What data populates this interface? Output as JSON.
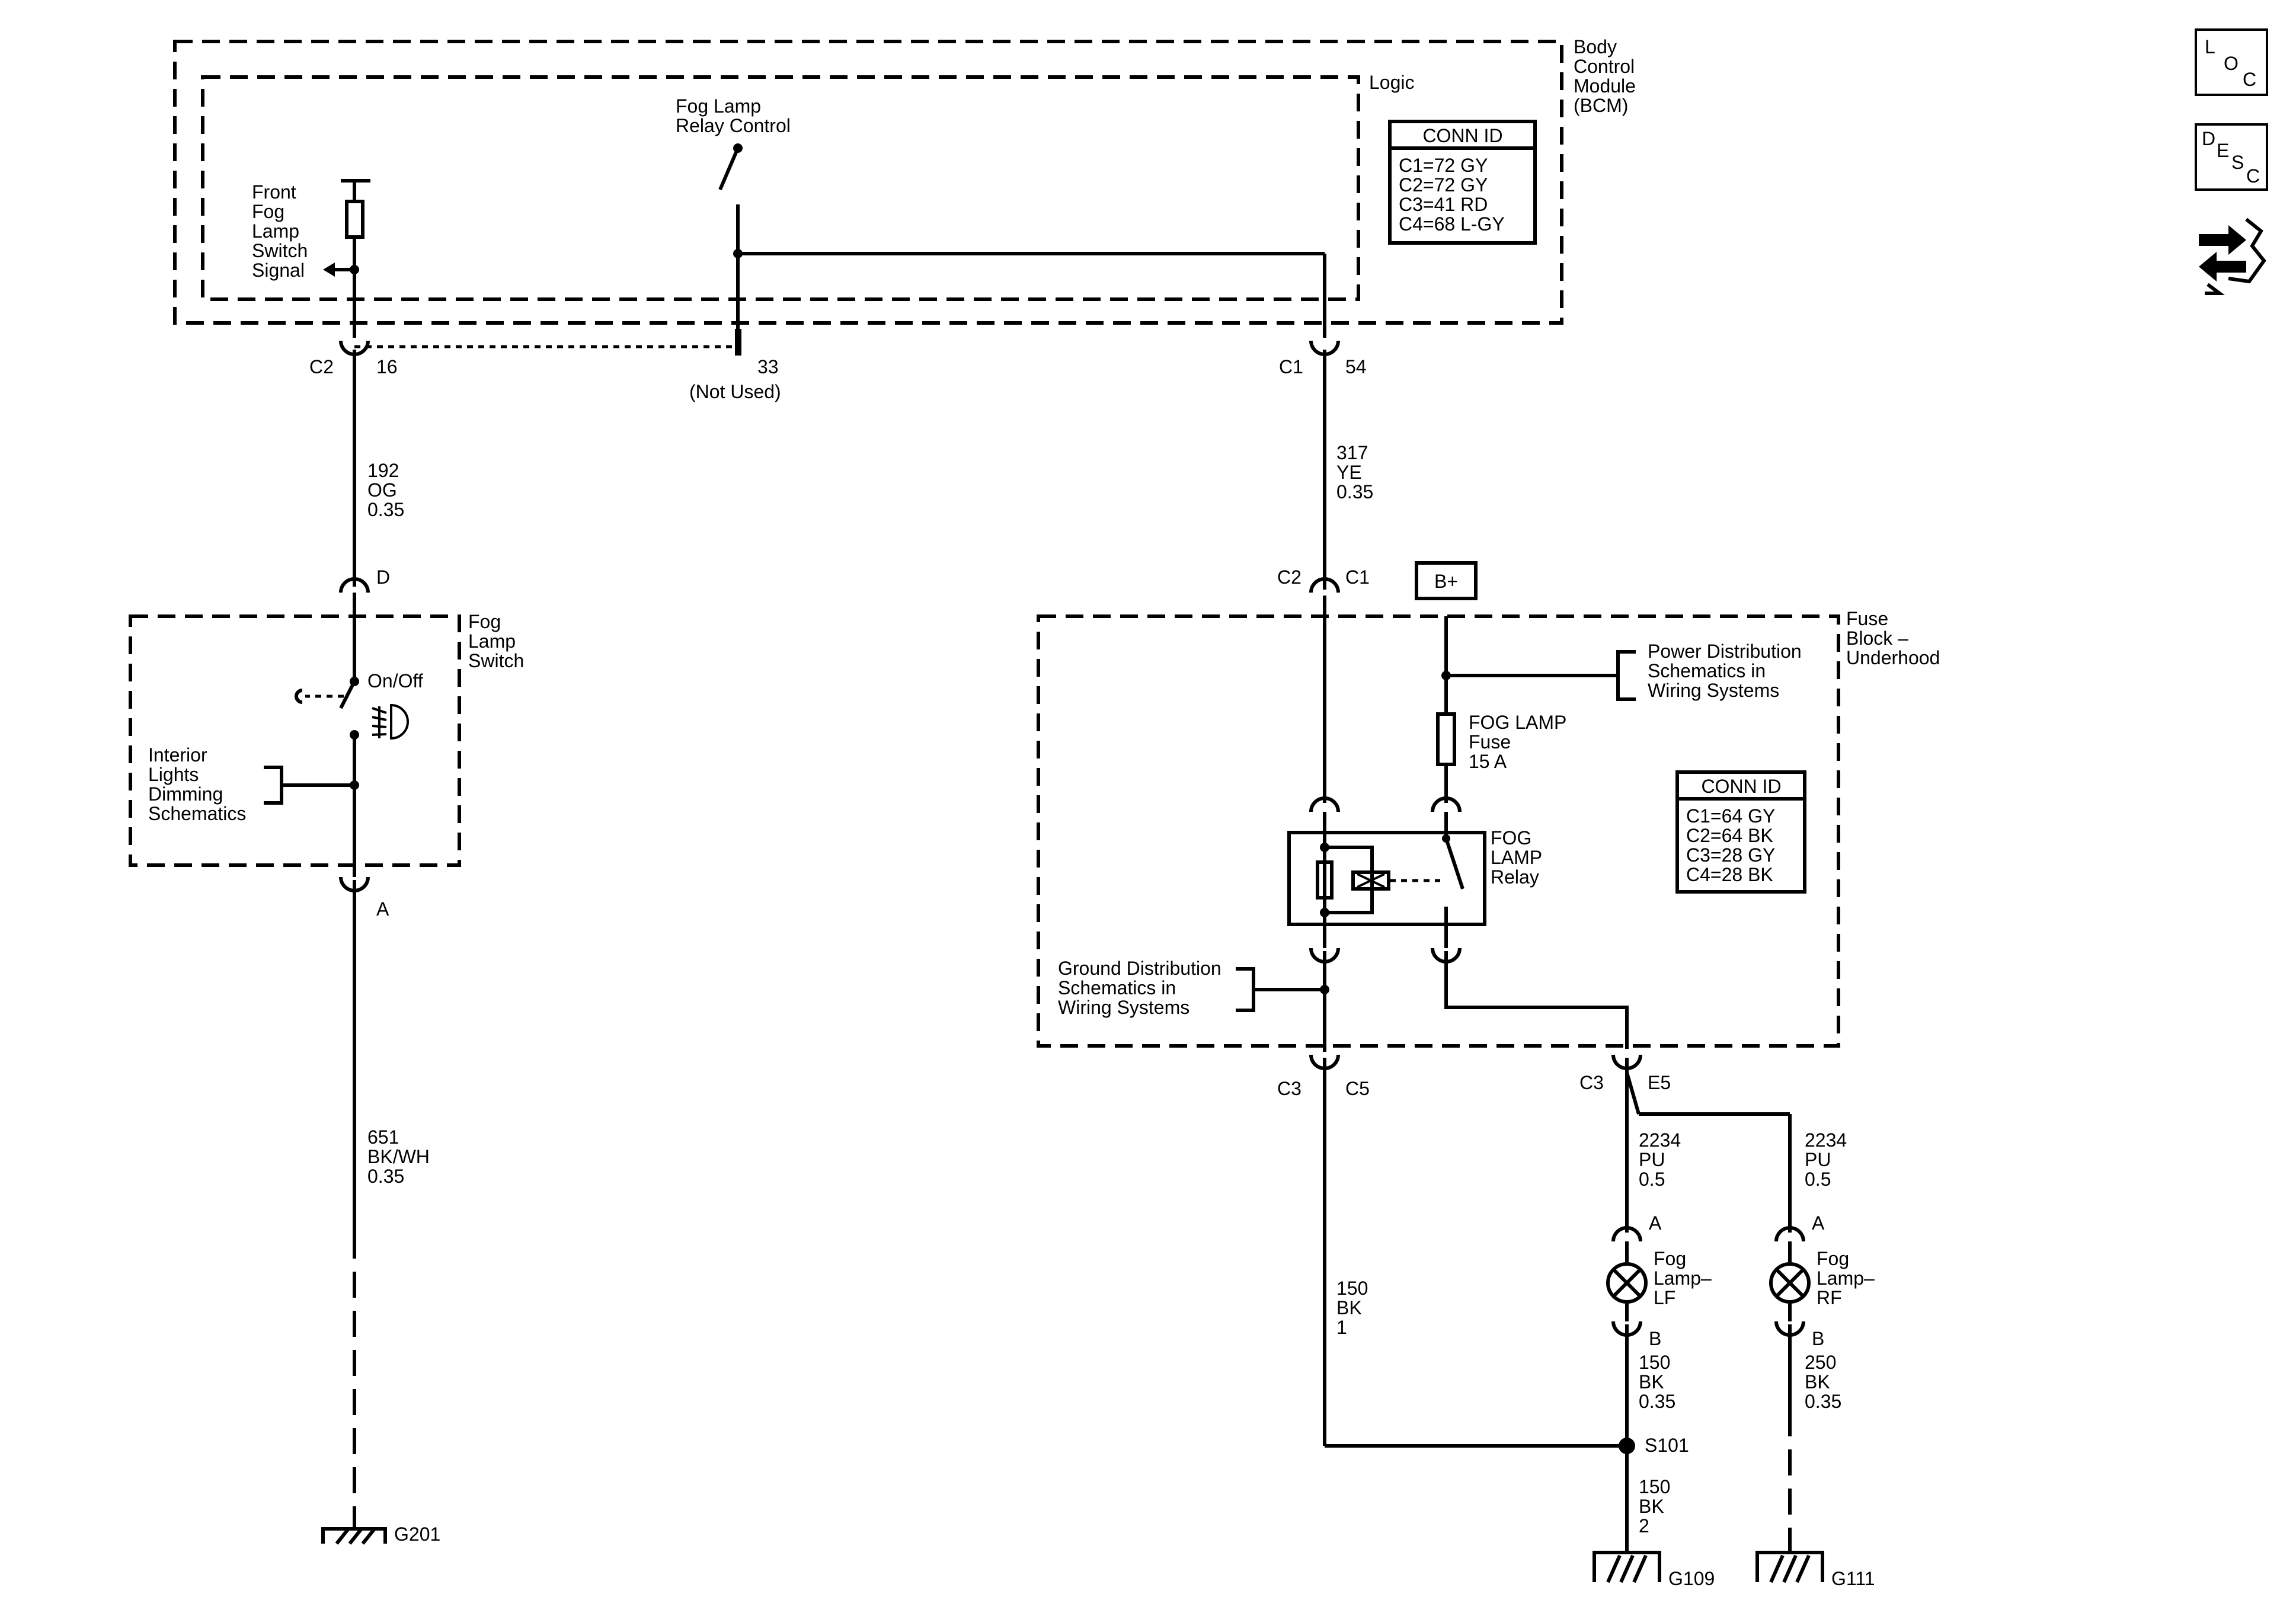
{
  "bcm": {
    "title": [
      "Body",
      "Control",
      "Module",
      "(BCM)"
    ],
    "logic_label": "Logic",
    "conn_header": "CONN ID",
    "conn_rows": [
      "C1=72 GY",
      "C2=72 GY",
      "C3=41 RD",
      "C4=68 L-GY"
    ]
  },
  "fog_switch_signal": [
    "Front",
    "Fog",
    "Lamp",
    "Switch",
    "Signal"
  ],
  "relay_control": [
    "Fog Lamp",
    "Relay Control"
  ],
  "pins": {
    "c2": "C2",
    "c2_pin": "16",
    "p33": "33",
    "not_used": "(Not Used)",
    "c1": "C1",
    "c1_pin": "54"
  },
  "wires": {
    "w192": [
      "192",
      "OG",
      "0.35"
    ],
    "w317": [
      "317",
      "YE",
      "0.35"
    ],
    "w651": [
      "651",
      "BK/WH",
      "0.35"
    ],
    "w150a": [
      "150",
      "BK",
      "1"
    ],
    "w2234l": [
      "2234",
      "PU",
      "0.5"
    ],
    "w2234r": [
      "2234",
      "PU",
      "0.5"
    ],
    "w150b": [
      "150",
      "BK",
      "0.35"
    ],
    "w250": [
      "250",
      "BK",
      "0.35"
    ],
    "w150c": [
      "150",
      "BK",
      "2"
    ]
  },
  "fog_lamp_switch": {
    "title": [
      "Fog",
      "Lamp",
      "Switch"
    ],
    "pin_d": "D",
    "pin_a": "A",
    "on_off": "On/Off",
    "interior": [
      "Interior",
      "Lights",
      "Dimming",
      "Schematics"
    ]
  },
  "fuse_block": {
    "title": [
      "Fuse",
      "Block –",
      "Underhood"
    ],
    "bplus": "B+",
    "c2": "C2",
    "c1": "C1",
    "power_dist": [
      "Power Distribution",
      "Schematics in",
      "Wiring Systems"
    ],
    "fuse": [
      "FOG LAMP",
      "Fuse",
      "15 A"
    ],
    "relay": [
      "FOG",
      "LAMP",
      "Relay"
    ],
    "ground_dist": [
      "Ground Distribution",
      "Schematics in",
      "Wiring Systems"
    ],
    "conn_header": "CONN ID",
    "conn_rows": [
      "C1=64 GY",
      "C2=64 BK",
      "C3=28 GY",
      "C4=28 BK"
    ],
    "c3": "C3",
    "c5": "C5",
    "c3b": "C3",
    "e5": "E5"
  },
  "lamps": {
    "lf": [
      "Fog",
      "Lamp–",
      "LF"
    ],
    "rf": [
      "Fog",
      "Lamp–",
      "RF"
    ],
    "pin_a": "A",
    "pin_b": "B"
  },
  "splice": "S101",
  "grounds": {
    "g201": "G201",
    "g109": "G109",
    "g111": "G111"
  },
  "nav": {
    "loc": [
      "L",
      "O",
      "C"
    ],
    "desc": [
      "D",
      "E",
      "S",
      "C"
    ]
  }
}
